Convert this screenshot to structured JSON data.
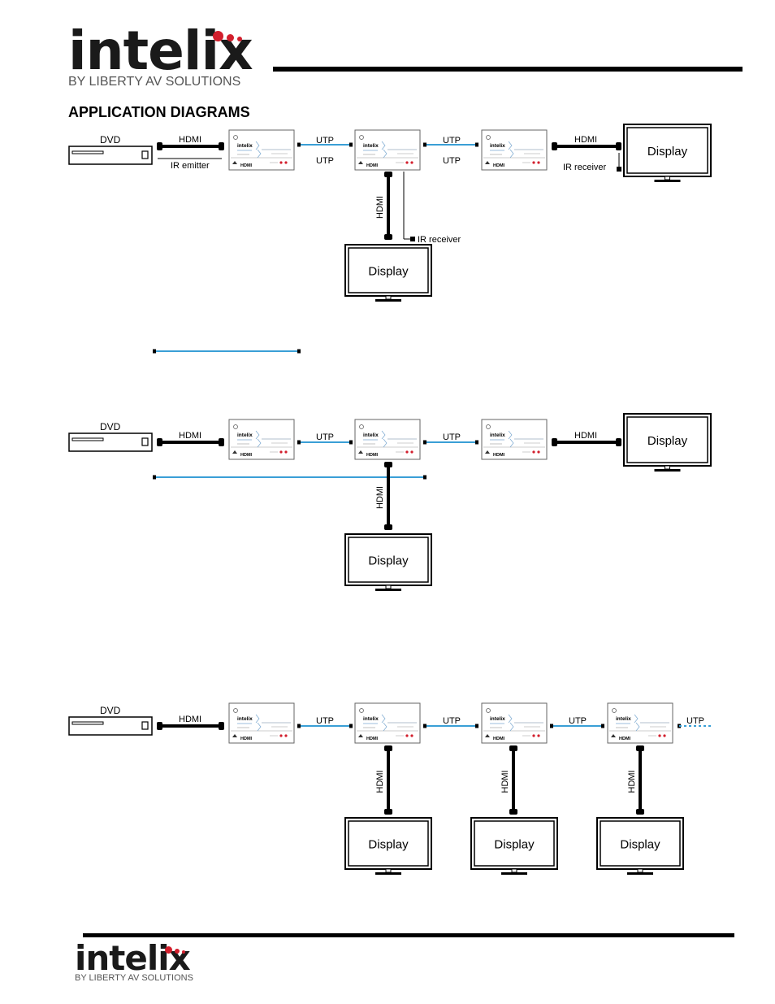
{
  "header": {
    "logo_text": "intelix",
    "logo_tagline": "BY LIBERTY AV SOLUTIONS",
    "section_heading": "APPLICATION DIAGRAMS"
  },
  "footer": {
    "logo_text": "intelix",
    "logo_tagline": "BY LIBERTY AV SOLUTIONS"
  },
  "labels": {
    "dvd": "DVD",
    "hdmi": "HDMI",
    "utp": "UTP",
    "display": "Display",
    "ir_emitter": "IR emitter",
    "ir_receiver": "IR receiver",
    "device_brand": "intelix",
    "device_hdmi": "HDMI"
  },
  "colors": {
    "brand_red": "#d21f2d",
    "utp_blue": "#3a9fd6",
    "line": "#000000"
  }
}
